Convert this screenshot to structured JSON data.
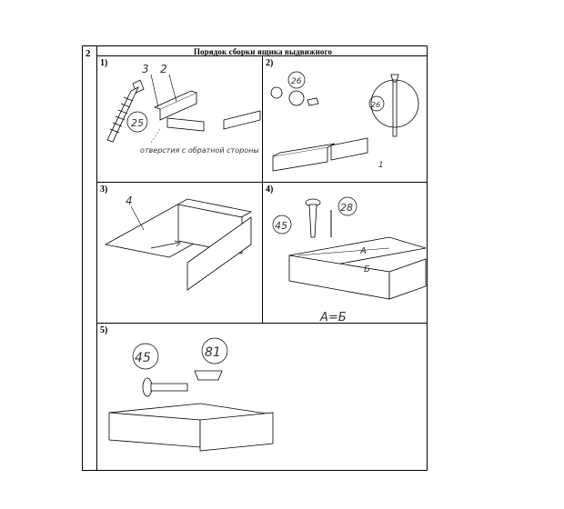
{
  "table": {
    "step_number": "2",
    "title": "Порядок сборки ящика выдвижного"
  },
  "panels": [
    {
      "label": "1)",
      "callouts": [
        "3",
        "2",
        "25"
      ],
      "note": "отверстия с обратной стороны"
    },
    {
      "label": "2)",
      "callouts": [
        "26",
        "26",
        "1"
      ]
    },
    {
      "label": "3)",
      "callouts": [
        "4"
      ]
    },
    {
      "label": "4)",
      "callouts": [
        "45",
        "28",
        "А",
        "Б"
      ],
      "caption": "А=Б"
    },
    {
      "label": "5)",
      "callouts": [
        "45",
        "81"
      ]
    }
  ]
}
